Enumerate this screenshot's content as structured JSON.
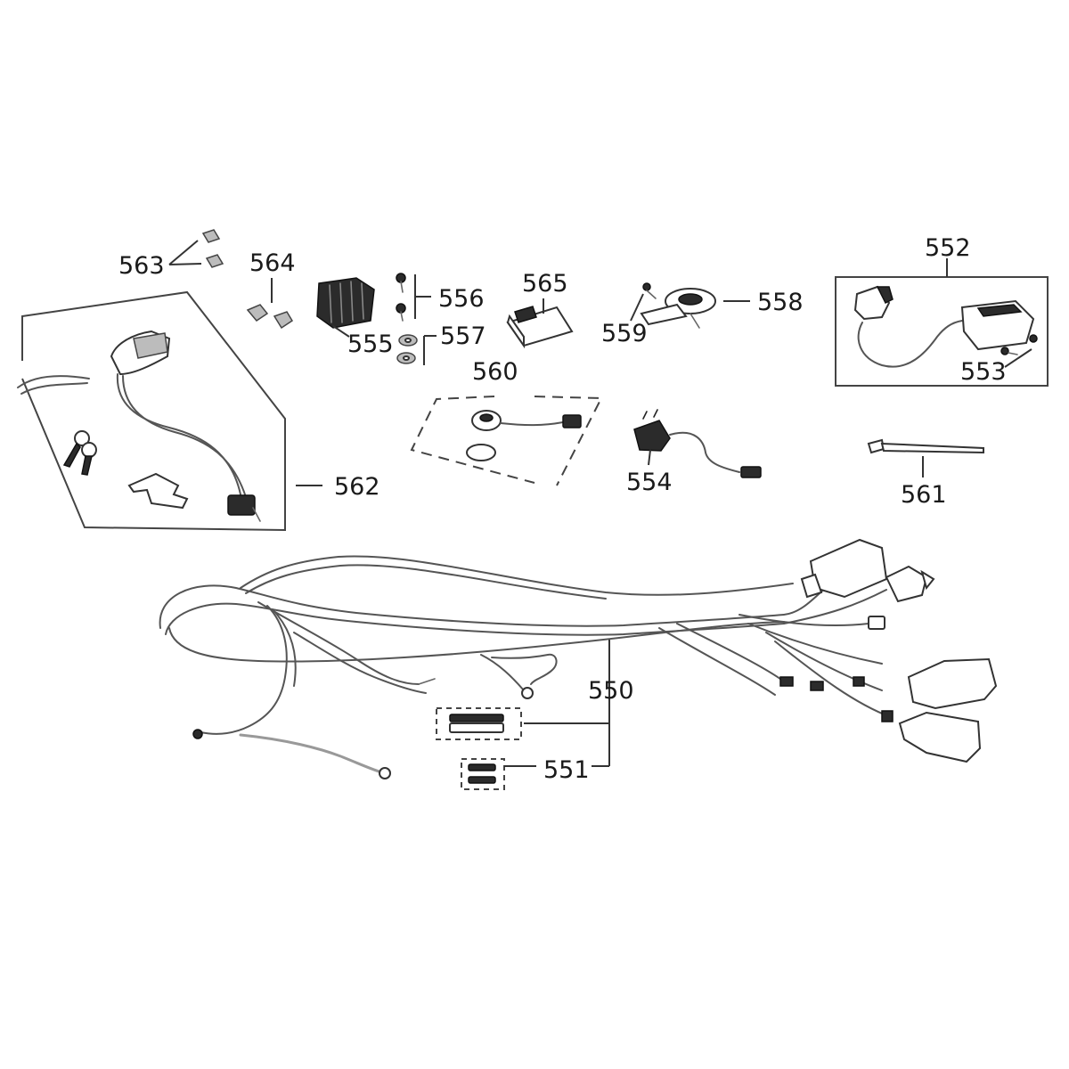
{
  "diagram": {
    "callouts": {
      "c550": "550",
      "c551": "551",
      "c552": "552",
      "c553": "553",
      "c554": "554",
      "c555": "555",
      "c556": "556",
      "c557": "557",
      "c558": "558",
      "c559": "559",
      "c560": "560",
      "c561": "561",
      "c562": "562",
      "c563": "563",
      "c564": "564",
      "c565": "565"
    },
    "colors": {
      "line": "#444444",
      "text": "#1a1a1a",
      "background": "#ffffff"
    }
  }
}
